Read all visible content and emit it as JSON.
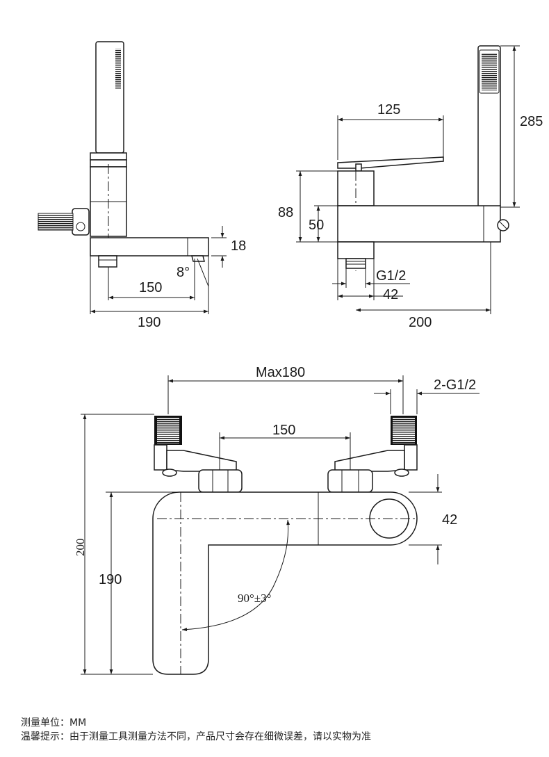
{
  "dimensions": {
    "side_length_150": "150",
    "side_length_190": "190",
    "side_angle": "8°",
    "side_height_18": "18",
    "front_width_125": "125",
    "front_height_88": "88",
    "front_height_50": "50",
    "front_height_285": "285",
    "front_thread": "G1/2",
    "front_width_42": "42",
    "front_width_200": "200",
    "top_max": "Max180",
    "top_thread": "2-G1/2",
    "top_center_150": "150",
    "top_width_42": "42",
    "top_length_200": "200",
    "top_length_190": "190",
    "top_angle": "90°±3°"
  },
  "notes": {
    "unit": "测量单位：MM",
    "tip": "温馨提示：由于测量工具测量方法不同，产品尺寸会存在细微误差，请以实物为准"
  }
}
